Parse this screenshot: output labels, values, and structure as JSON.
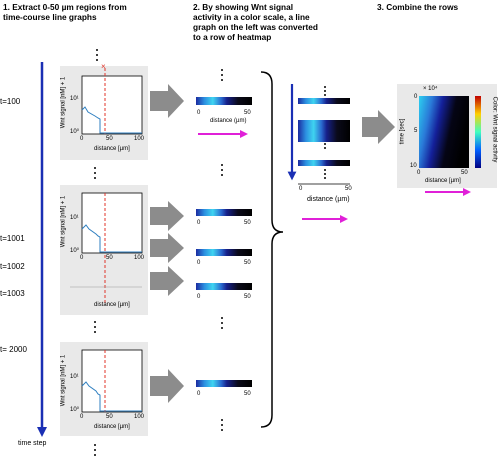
{
  "headers": {
    "step1": "1. Extract 0-50 µm regions from\ntime-course line graphs",
    "step2": "2. By showing Wnt signal\nactivity in a color scale, a line\ngraph on the left was converted\nto a row of heatmap",
    "step3": "3. Combine the rows"
  },
  "time_labels": [
    "t=100",
    "t=1001",
    "t=1002",
    "t=1003",
    "t= 2000"
  ],
  "time_axis_label": "time step",
  "line_graph": {
    "ylabel": "Wnt signal [nM] + 1",
    "xlabel": "distance [µm]",
    "xticks": [
      "0",
      "50",
      "100"
    ],
    "yticks": [
      "10⁰",
      "10¹"
    ],
    "cut_marker": "×"
  },
  "heatmap_row": {
    "xticks": [
      "0",
      "50"
    ],
    "xlabel": "distance (µm)"
  },
  "stacked": {
    "xticks": [
      "0",
      "50"
    ],
    "xlabel": "distance (µm)"
  },
  "final_heatmap": {
    "ylabel": "time [sec]",
    "xlabel": "distance [µm]",
    "yticks": [
      "0",
      "5",
      "10"
    ],
    "xticks": [
      "0",
      "50"
    ],
    "exponent": "× 10⁴",
    "colorbar_label": "Color: Wnt signal activity"
  },
  "colors": {
    "panel_bg": "#e9e9e9",
    "arrow_blue": "#1a2fb4",
    "arrow_magenta": "#e020d8",
    "arrow_gray": "#8c8c8c",
    "cut_line": "#e0352a",
    "curve": "#2f7fc0"
  }
}
